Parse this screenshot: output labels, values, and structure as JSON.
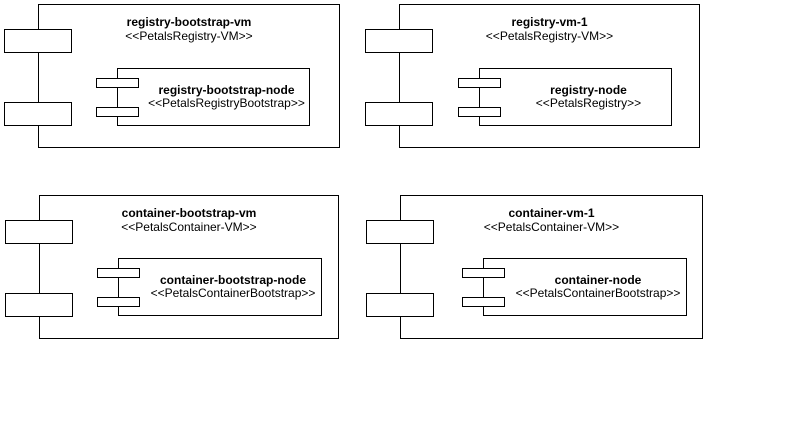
{
  "diagram_type": "uml-component-deployment",
  "colors": {
    "background": "#ffffff",
    "stroke": "#000000",
    "fill": "#ffffff",
    "text": "#000000"
  },
  "nodes": [
    {
      "name": "registry-bootstrap-vm",
      "stereotype": "<<PetalsRegistry-VM>>",
      "inner": {
        "name": "registry-bootstrap-node",
        "stereotype": "<<PetalsRegistryBootstrap>>"
      }
    },
    {
      "name": "registry-vm-1",
      "stereotype": "<<PetalsRegistry-VM>>",
      "inner": {
        "name": "registry-node",
        "stereotype": "<<PetalsRegistry>>"
      }
    },
    {
      "name": "container-bootstrap-vm",
      "stereotype": "<<PetalsContainer-VM>>",
      "inner": {
        "name": "container-bootstrap-node",
        "stereotype": "<<PetalsContainerBootstrap>>"
      }
    },
    {
      "name": "container-vm-1",
      "stereotype": "<<PetalsContainer-VM>>",
      "inner": {
        "name": "container-node",
        "stereotype": "<<PetalsContainerBootstrap>>"
      }
    }
  ]
}
